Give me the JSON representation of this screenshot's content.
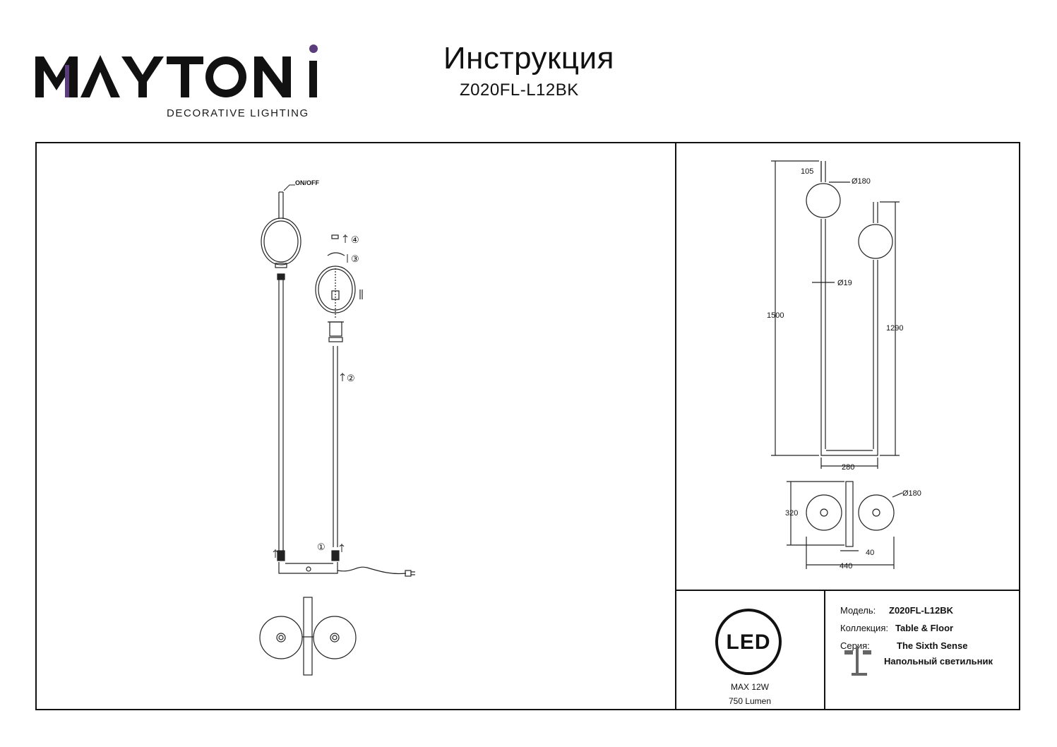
{
  "header": {
    "brand": "MAYTONI",
    "brand_sub": "DECORATIVE LIGHTING",
    "title": "Инструкция",
    "model": "Z020FL-L12BK"
  },
  "assembly": {
    "switch_label": "ON/OFF",
    "steps": [
      "①",
      "②",
      "③",
      "④"
    ]
  },
  "dimensions": {
    "top_offset": "105",
    "globe_diameter": "Ø180",
    "rod_diameter": "Ø19",
    "total_height": "1500",
    "short_height": "1290",
    "base_width": "280",
    "depth": "320",
    "top_globe_diameter": "Ø180",
    "stand_width": "40",
    "total_width": "440"
  },
  "specs": {
    "badge": "LED",
    "power": "MAX 12W",
    "lumen": "750 Lumen"
  },
  "info": {
    "model_label": "Модель:",
    "model_value": "Z020FL-L12BK",
    "collection_label": "Коллекция:",
    "collection_value": "Table & Floor",
    "series_label": "Серия:",
    "series_value": "The Sixth Sense",
    "type_value": "Напольный светильник",
    "type_icon": "floor-lamp-icon"
  }
}
